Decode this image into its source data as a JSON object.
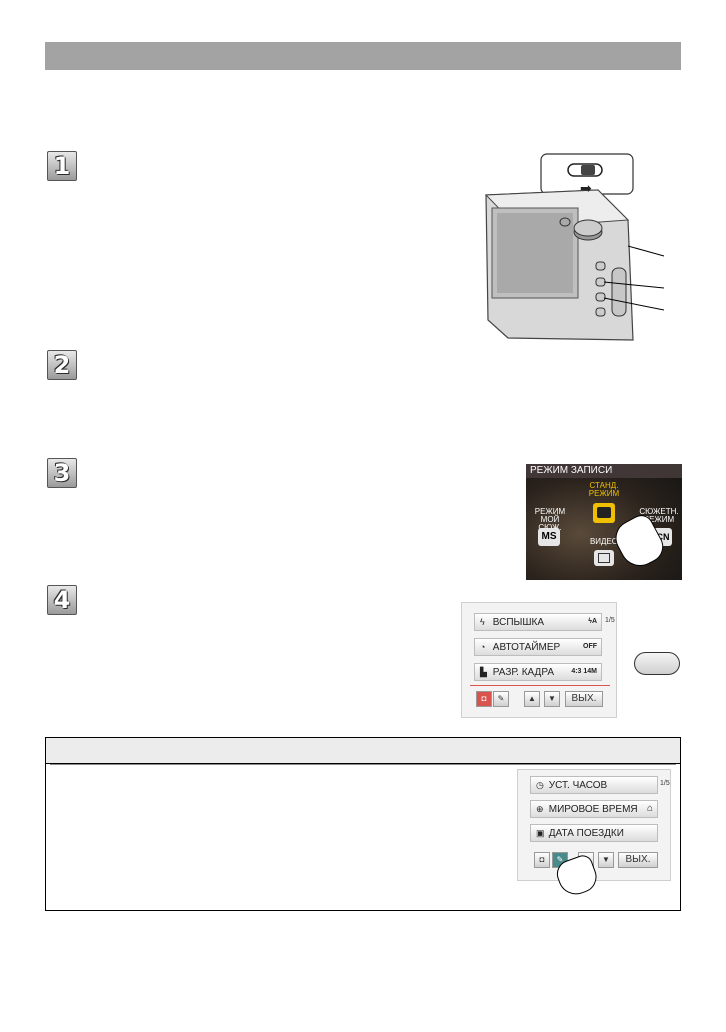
{
  "steps": [
    "1",
    "2",
    "3",
    "4"
  ],
  "camera_diagram": {
    "switch_arrow": "arrow-right-icon"
  },
  "rec_mode_screen": {
    "title": "РЕЖИМ ЗАПИСИ",
    "std_mode_label": "СТАНД. РЕЖИМ",
    "my_scene_label": "РЕЖИМ МОЙ СЮЖ.",
    "my_scene_btn": "MS",
    "scene_mode_label": "СЮЖЕТН. РЕЖИМ",
    "scene_btn": "SCN",
    "video_label": "ВИДЕО"
  },
  "rec_menu": {
    "page": "1/5",
    "items": [
      {
        "label": "ВСПЫШКА",
        "icon": "flash-icon",
        "value": "ϟA"
      },
      {
        "label": "АВТОТАЙМЕР",
        "icon": "self-timer-icon",
        "value": "OFF"
      },
      {
        "label": "РАЗР. КАДРА",
        "icon": "picture-size-icon",
        "value": "4:3 14M"
      }
    ],
    "exit_label": "ВЫХ."
  },
  "setup_menu": {
    "page": "1/5",
    "items": [
      {
        "label": "УСТ. ЧАСОВ",
        "icon": "clock-icon",
        "value": ""
      },
      {
        "label": "МИРОВОЕ ВРЕМЯ",
        "icon": "globe-icon",
        "value": "⌂"
      },
      {
        "label": "ДАТА ПОЕЗДКИ",
        "icon": "suitcase-icon",
        "value": ""
      }
    ],
    "exit_label": "ВЫХ."
  },
  "colors": {
    "header_bar": "#a3a3a3",
    "lcd_bg": "#1c1c1c",
    "menu_accent": "#d9534f",
    "highlight_yellow": "#f0c000"
  }
}
